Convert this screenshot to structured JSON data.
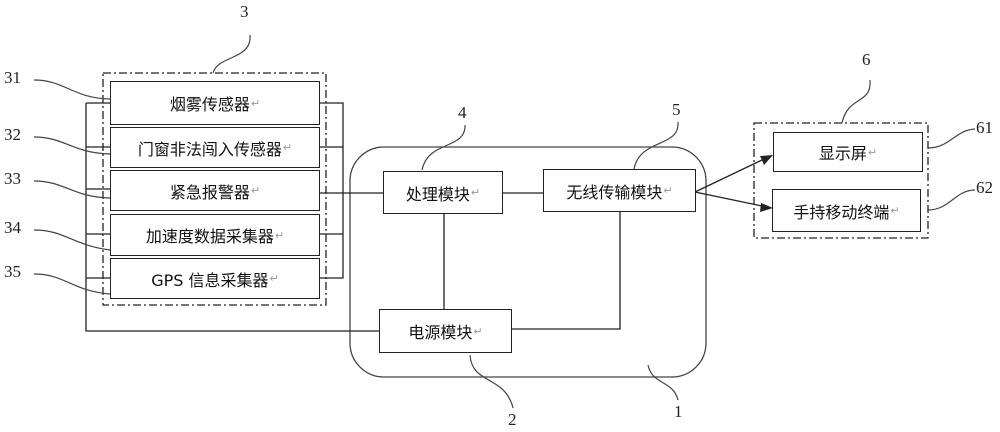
{
  "diagram": {
    "sensor_group": {
      "ref": "3",
      "items": [
        {
          "ref": "31",
          "label": "烟雾传感器"
        },
        {
          "ref": "32",
          "label": "门窗非法闯入传感器"
        },
        {
          "ref": "33",
          "label": "紧急报警器"
        },
        {
          "ref": "34",
          "label": "加速度数据采集器"
        },
        {
          "ref": "35",
          "label": "GPS 信息采集器"
        }
      ]
    },
    "main_unit": {
      "ref": "1"
    },
    "processing": {
      "ref": "4",
      "label": "处理模块"
    },
    "wireless": {
      "ref": "5",
      "label": "无线传输模块"
    },
    "power": {
      "ref": "2",
      "label": "电源模块"
    },
    "output_group": {
      "ref": "6",
      "items": [
        {
          "ref": "61",
          "label": "显示屏"
        },
        {
          "ref": "62",
          "label": "手持移动终端"
        }
      ]
    },
    "paragraph_mark": "↵"
  }
}
